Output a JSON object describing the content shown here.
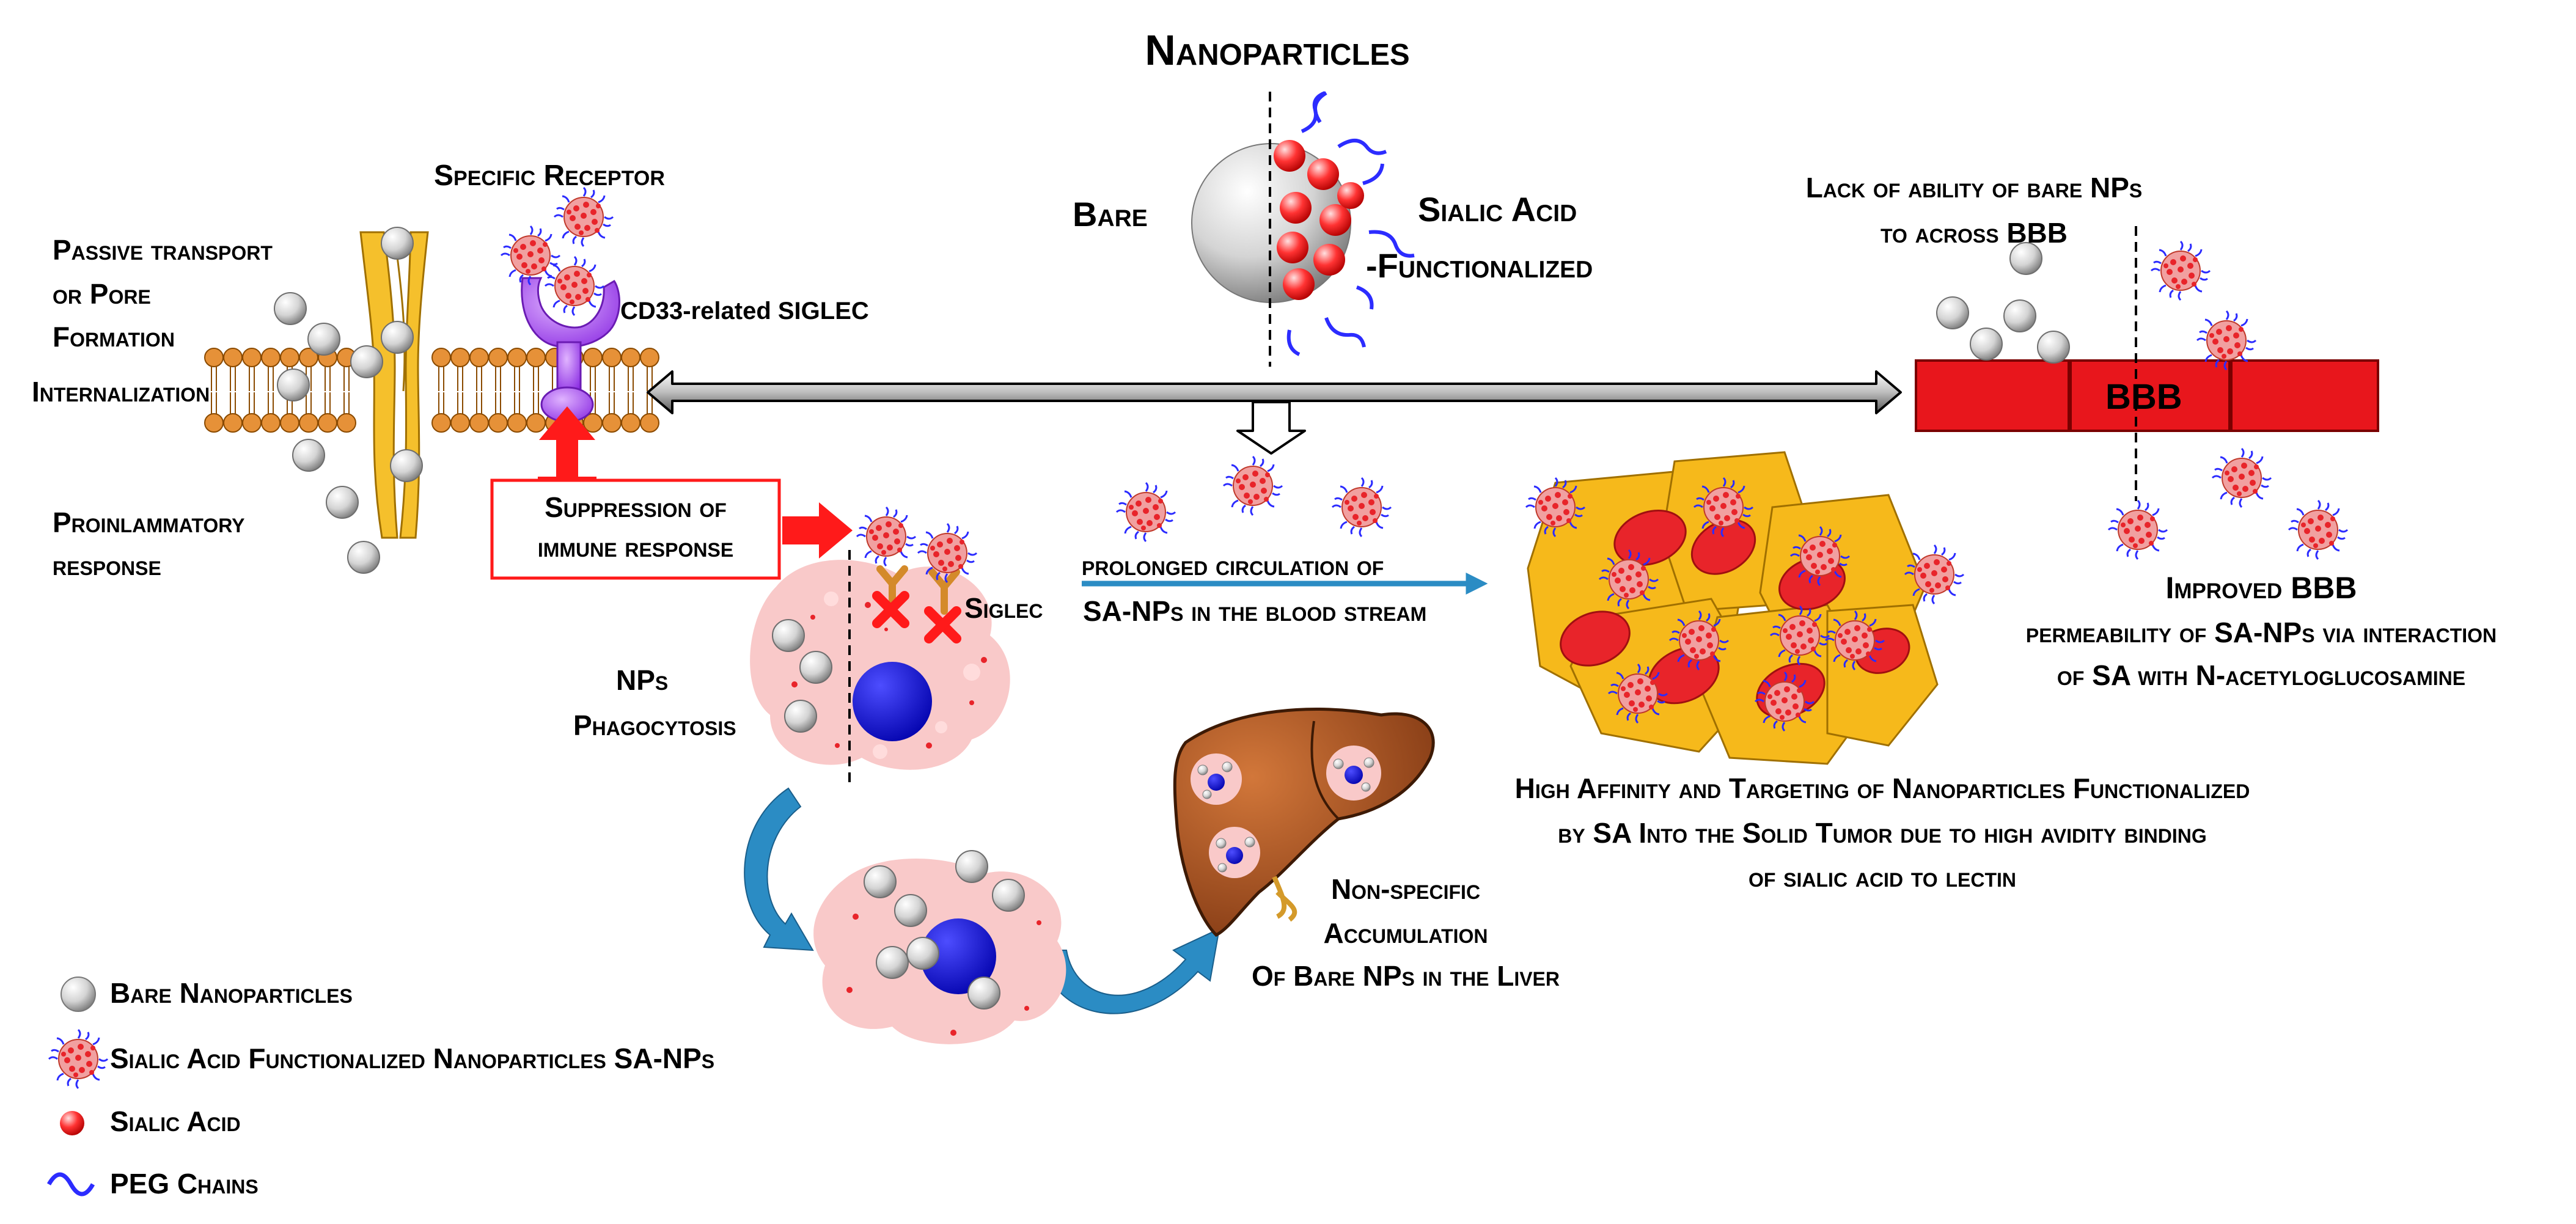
{
  "title": "Nanoparticles",
  "np_labels": {
    "bare": "Bare",
    "sa_line1": "Sialic Acid",
    "sa_line2": "-Functionalized"
  },
  "membrane": {
    "passive_line1": "Passive transport",
    "passive_line2": "or Pore",
    "passive_line3": "Formation",
    "internalization": "Internalization",
    "proinflammatory_line1": "Proinlammatory",
    "proinflammatory_line2": "response",
    "specific_receptor": "Specific Receptor",
    "siglec_receptor": "CD33-related SIGLEC"
  },
  "suppression": {
    "line1": "Suppression of",
    "line2": "immune response"
  },
  "phagocytosis": {
    "siglec": "Siglec",
    "nps_line1": "NPs",
    "nps_line2": "Phagocytosis"
  },
  "circulation": {
    "line1": "prolonged circulation of",
    "line2": "SA-NPs  in the blood stream"
  },
  "bbb": {
    "label": "BBB",
    "lack_line1": "Lack of ability of bare NPs",
    "lack_line2": "to across BBB",
    "improved_line1": "Improved BBB",
    "improved_line2": "permeability of SA-NPs via interaction",
    "improved_line3": "of SA with N-acetyloglucosamine"
  },
  "tumor": {
    "line1": "High Affinity and Targeting of Nanoparticles Functionalized",
    "line2": "by SA Into the Solid Tumor due to high avidity binding",
    "line3": "of sialic acid to lectin"
  },
  "liver": {
    "line1": "Non-specific",
    "line2": "Accumulation",
    "line3": "Of Bare NPs in the Liver"
  },
  "legend": {
    "bare": "Bare Nanoparticles",
    "sanp": "Sialic Acid Functionalized Nanoparticles SA-NPs",
    "sa": "Sialic Acid",
    "peg": "PEG Chains"
  },
  "colors": {
    "membrane": "#e69138",
    "receptor": "#a64dff",
    "bbb": "#e8161c",
    "cell": "#f9c9c9",
    "nucleus": "#0000ee",
    "tumor": "#f6b91b",
    "tumor_nucleus": "#e8242a",
    "liver": "#9a4a1c",
    "arrow_blue": "#2b8cc4",
    "red_arrow": "#ff1a1a"
  }
}
